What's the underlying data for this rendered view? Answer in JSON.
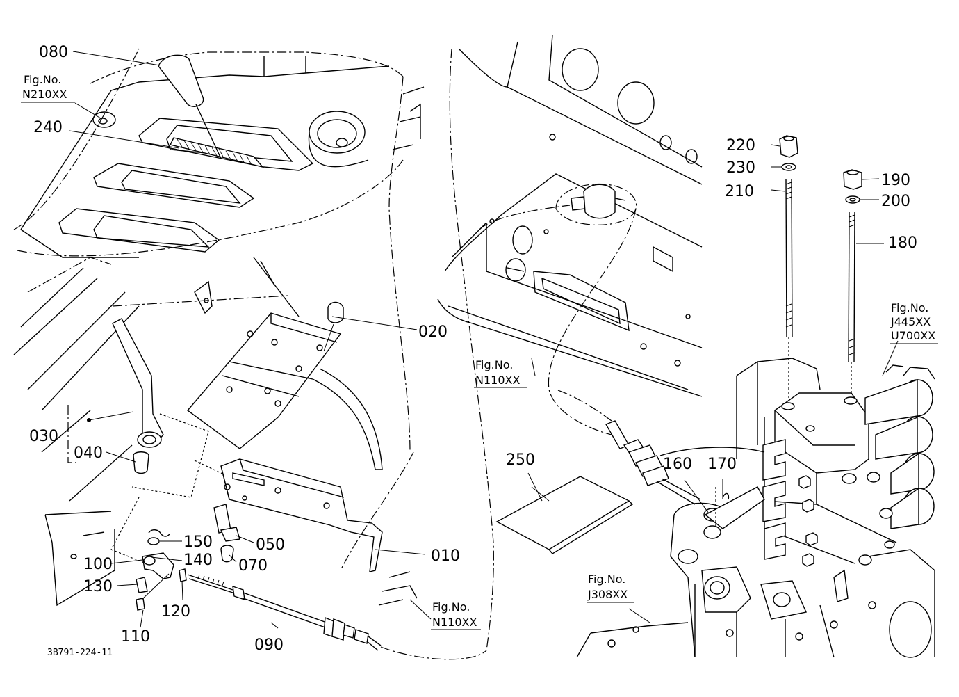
{
  "diagram": {
    "drawing_code": "3B791-224-11",
    "part_numbers": {
      "p010": "010",
      "p020": "020",
      "p030": "030",
      "p040": "040",
      "p050": "050",
      "p070": "070",
      "p080": "080",
      "p090": "090",
      "p100": "100",
      "p110": "110",
      "p120": "120",
      "p130": "130",
      "p140": "140",
      "p150": "150",
      "p160": "160",
      "p170": "170",
      "p180": "180",
      "p190": "190",
      "p200": "200",
      "p210": "210",
      "p220": "220",
      "p230": "230",
      "p240": "240",
      "p250": "250"
    },
    "figure_refs": {
      "label": "Fig.No.",
      "n210": "N210XX",
      "n110_upper": "N110XX",
      "n110_lower": "N110XX",
      "j308": "J308XX",
      "j445": "J445XX",
      "u700": "U700XX"
    }
  }
}
